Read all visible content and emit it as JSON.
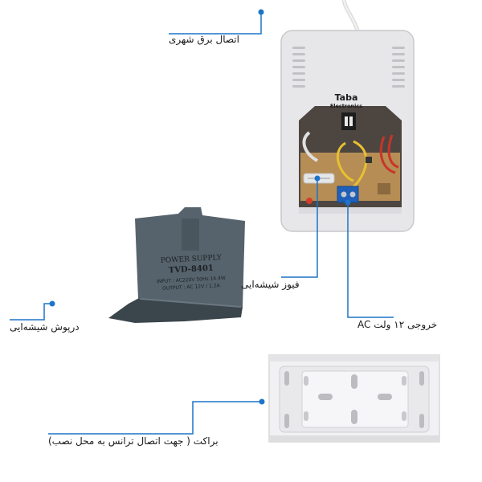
{
  "labels": {
    "power_connection": "اتصال برق شهری",
    "glass_fuse": "فیوز شیشه‌ایی",
    "output": "خروجی ۱۲ ولت AC",
    "fuse_cover": "درپوش شیشه‌ایی",
    "bracket": "براکت ( جهت اتصال ترانس به محل نصب)"
  },
  "device": {
    "brand": "Taba",
    "brand_sub": "Electronics"
  },
  "cover": {
    "line1": "POWER SUPPLY",
    "model": "TVD-8401",
    "input": "INPUT : AC220V 50Hz 14.4W",
    "output": "OUTPUT : AC 12V / 1.2A"
  },
  "colors": {
    "accent": "#1d74c9",
    "device_body": "#e6e6e8",
    "cover": "#55616a"
  }
}
